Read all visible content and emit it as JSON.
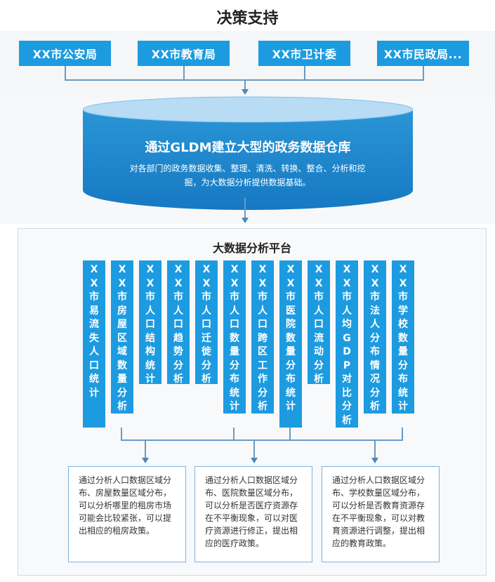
{
  "title": "决策支持",
  "departments": [
    "XX市公安局",
    "XX市教育局",
    "XX市卫计委",
    "XX市民政局..."
  ],
  "warehouse": {
    "title": "通过GLDM建立大型的政务数据仓库",
    "description": "对各部门的政务数据收集、整理、清洗、转换、整合、分析和挖掘，为大数据分析提供数据基础。"
  },
  "platform": {
    "title": "大数据分析平台",
    "modules": [
      "XX市易流失人口统计",
      "XX市房屋区域数量分析",
      "XX市人口结构统计",
      "XX市人口趋势分析",
      "XX市人口迁徙分析",
      "XX市人口数量分布统计",
      "XX市人口跨区工作分析",
      "XX市医院数量分布统计",
      "XX市人口流动分析",
      "XX市人均GDP对比分析",
      "XX市法人分布情况分析",
      "XX市学校数量分布统计"
    ]
  },
  "conclusions": [
    "通过分析人口数据区域分布、房屋数量区域分布，可以分析哪里的租房市场可能会比较紧张，可以提出相应的租房政策。",
    "通过分析人口数据区域分布、医院数量区域分布，可以分析是否医疗资源存在不平衡现象，可以对医疗资源进行修正，提出相应的医疗政策。",
    "通过分析人口数据区域分布、学校数量区域分布，可以分析是否教育资源存在不平衡现象，可以对教育资源进行调整，提出相应的教育政策。"
  ],
  "colors": {
    "accent": "#1d9be0",
    "line": "#6a9ac4",
    "border": "#7fb3de"
  }
}
